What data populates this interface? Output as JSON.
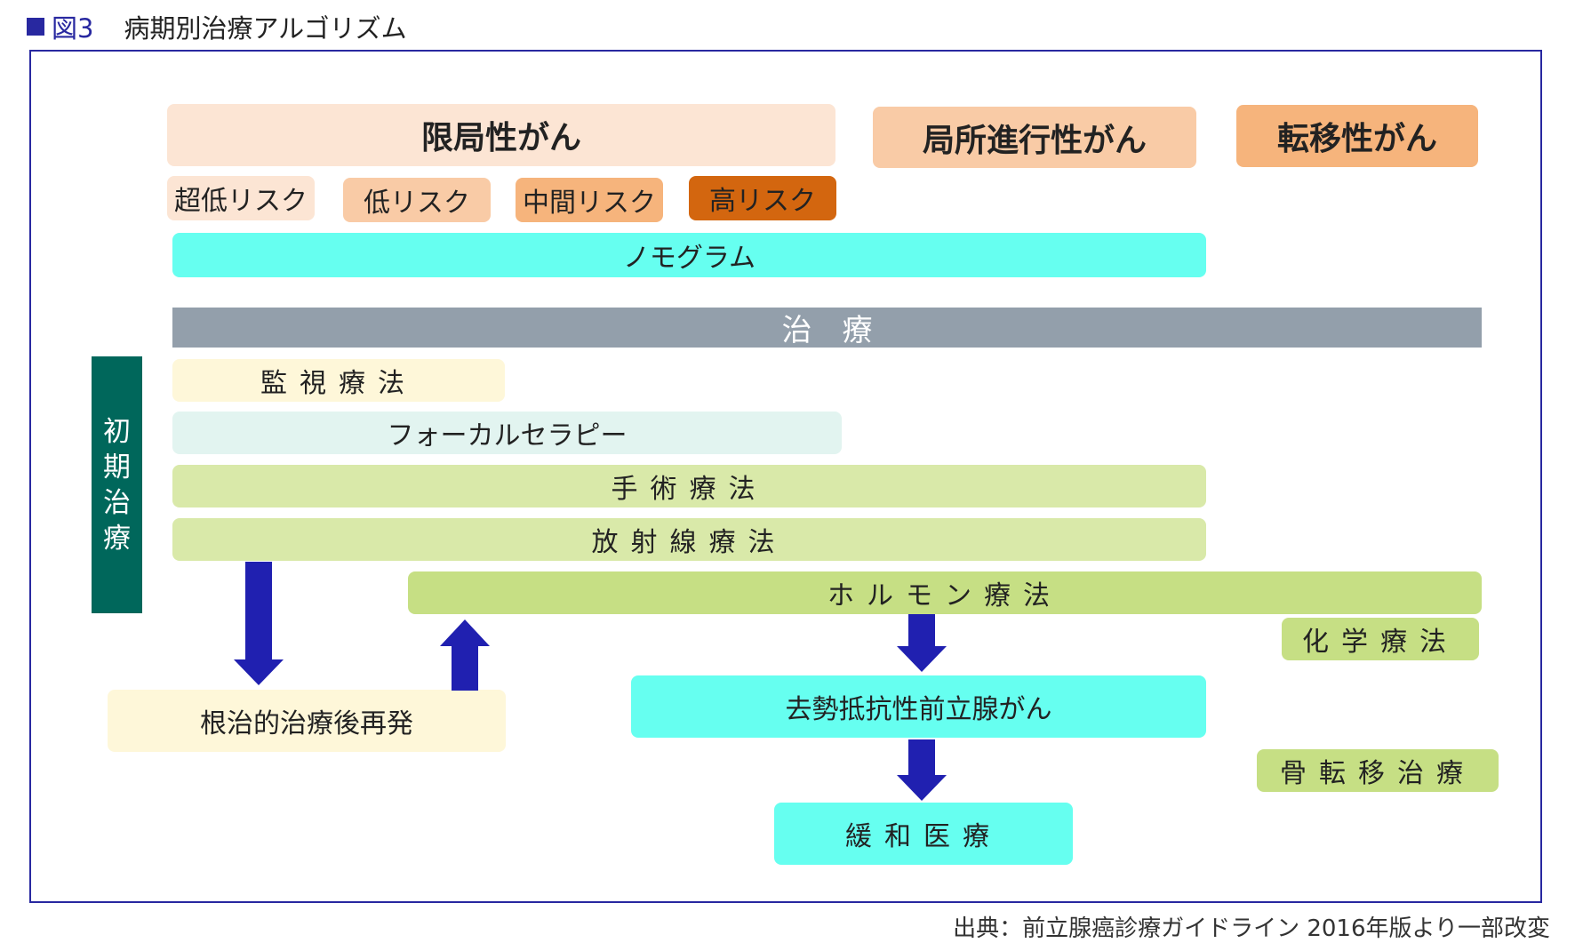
{
  "figure": {
    "label": "図3",
    "title": "病期別治療アルゴリズム"
  },
  "stages": {
    "localized": "限局性がん",
    "locally_advanced": "局所進行性がん",
    "metastatic": "転移性がん"
  },
  "risk_levels": [
    "超低リスク",
    "低リスク",
    "中間リスク",
    "高リスク"
  ],
  "nomogram": "ノモグラム",
  "treatment_header": "治　療",
  "initial_treatment": [
    "初",
    "期",
    "治",
    "療"
  ],
  "treatments": {
    "surveillance": "監視療法",
    "focal_therapy": "フォーカルセラピー",
    "surgery": "手術療法",
    "radiation": "放射線療法",
    "hormone": "ホルモン療法",
    "chemo": "化学療法",
    "recurrence": "根治的治療後再発",
    "crpc": "去勢抵抗性前立腺がん",
    "bone_metastasis": "骨転移治療",
    "palliative": "緩和医療"
  },
  "source": "出典：前立腺癌診療ガイドライン 2016年版より一部改変",
  "colors": {
    "accent": "#2828a0",
    "stage_localized": "#fce5d4",
    "stage_advanced": "#f9cba6",
    "stage_metastatic": "#f6b47c",
    "risk_very_low": "#fce5d4",
    "risk_low": "#f9cba6",
    "risk_mid": "#f6b47c",
    "risk_high": "#d3660f",
    "nomogram": "#66fff0",
    "treatment_header": "#939fab",
    "initial": "#00675b",
    "surveillance": "#fef7d9",
    "focal": "#e2f4f0",
    "green_light": "#d9e9a9",
    "green_mid": "#c6df84",
    "cyan": "#66fff0"
  }
}
